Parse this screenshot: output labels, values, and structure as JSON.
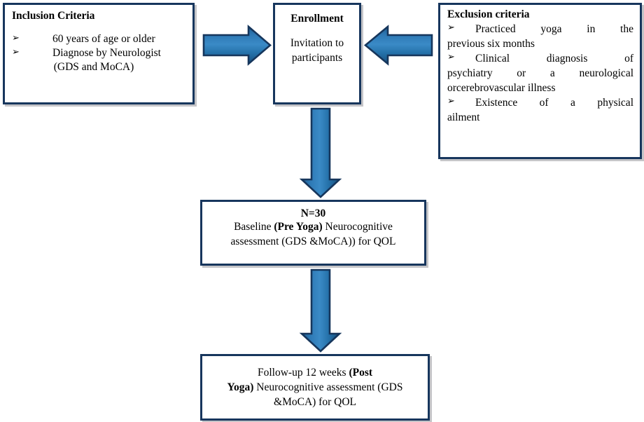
{
  "diagram": {
    "title": "Study flow diagram",
    "colors": {
      "box_border": "#17365D",
      "box_fill": "#FFFFFF",
      "arrow_fill_light": "#2E79B5",
      "arrow_fill_dark": "#1F5C8F",
      "arrow_outline": "#16365C",
      "text": "#000000",
      "shadow": "#96969B"
    },
    "bullet_glyph": "➢"
  },
  "boxes": {
    "inclusion": {
      "title": "Inclusion Criteria",
      "items": [
        "60 years of age or older",
        "Diagnose by Neurologist"
      ],
      "continuation": "(GDS and MoCA)"
    },
    "enrollment": {
      "title": "Enrollment",
      "line1": "Invitation to",
      "line2": "participants"
    },
    "exclusion": {
      "title": "Exclusion criteria",
      "items": [
        {
          "first_line": "Practiced yoga in the",
          "rest": [
            "previous six months"
          ]
        },
        {
          "first_line": "Clinical diagnosis of",
          "rest": [
            "psychiatry or a neurological",
            "orcerebrovascular illness"
          ]
        },
        {
          "first_line": "Existence of a physical",
          "rest": [
            "ailment"
          ]
        }
      ]
    },
    "baseline": {
      "n_label": "N=30",
      "line1_pre": "Baseline ",
      "line1_bold": "(Pre Yoga)",
      "line1_post": " Neurocognitive",
      "line2": "assessment (GDS &MoCA)) for QOL"
    },
    "followup": {
      "line1_pre": "Follow-up 12 weeks ",
      "line1_bold": "(Post",
      "line2_bold": "Yoga)",
      "line2_post": " Neurocognitive assessment (GDS",
      "line3": "&MoCA) for QOL"
    }
  },
  "arrows": [
    {
      "name": "arrow-inclusion-to-enrollment",
      "direction": "right",
      "from": "inclusion",
      "to": "enrollment"
    },
    {
      "name": "arrow-exclusion-to-enrollment",
      "direction": "left",
      "from": "exclusion",
      "to": "enrollment"
    },
    {
      "name": "arrow-enrollment-to-baseline",
      "direction": "down",
      "from": "enrollment",
      "to": "baseline"
    },
    {
      "name": "arrow-baseline-to-followup",
      "direction": "down",
      "from": "baseline",
      "to": "followup"
    }
  ]
}
